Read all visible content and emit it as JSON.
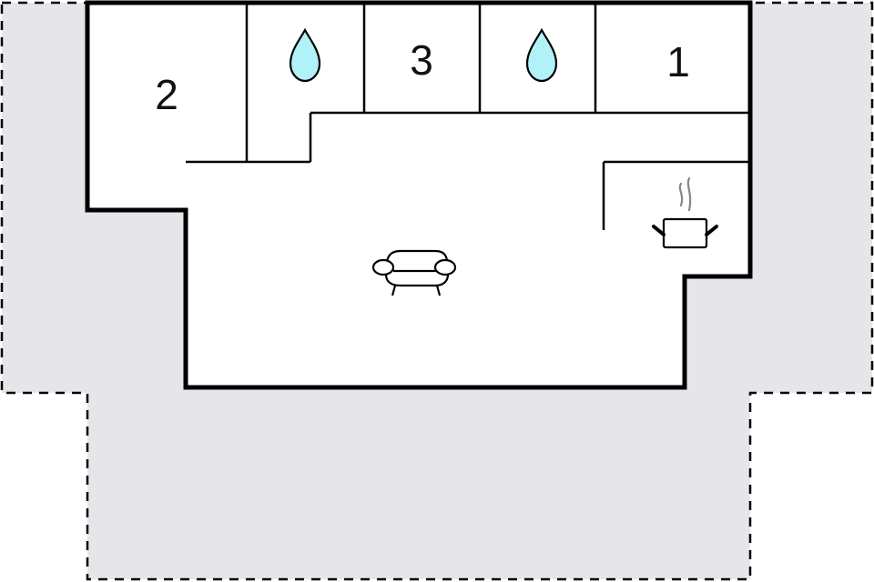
{
  "diagram": {
    "type": "floor-plan",
    "colors": {
      "background": "#ffffff",
      "outdoor_area": "#e6e6ea",
      "wall": "#000000",
      "water_drop": "#b0f2f8",
      "steam": "#888888"
    },
    "rooms": [
      {
        "id": "bedroom-2",
        "label": "2",
        "kind": "bedroom"
      },
      {
        "id": "bathroom-a",
        "label": "",
        "kind": "bathroom",
        "icon": "water-drop-icon"
      },
      {
        "id": "bedroom-3",
        "label": "3",
        "kind": "bedroom"
      },
      {
        "id": "bathroom-b",
        "label": "",
        "kind": "bathroom",
        "icon": "water-drop-icon"
      },
      {
        "id": "bedroom-1",
        "label": "1",
        "kind": "bedroom"
      },
      {
        "id": "living-room",
        "label": "",
        "kind": "living-room",
        "icon": "armchair-icon"
      },
      {
        "id": "kitchen",
        "label": "",
        "kind": "kitchen",
        "icon": "cooking-pot-icon"
      }
    ],
    "outdoor": {
      "kind": "terrace",
      "style": "dashed-outline"
    }
  }
}
